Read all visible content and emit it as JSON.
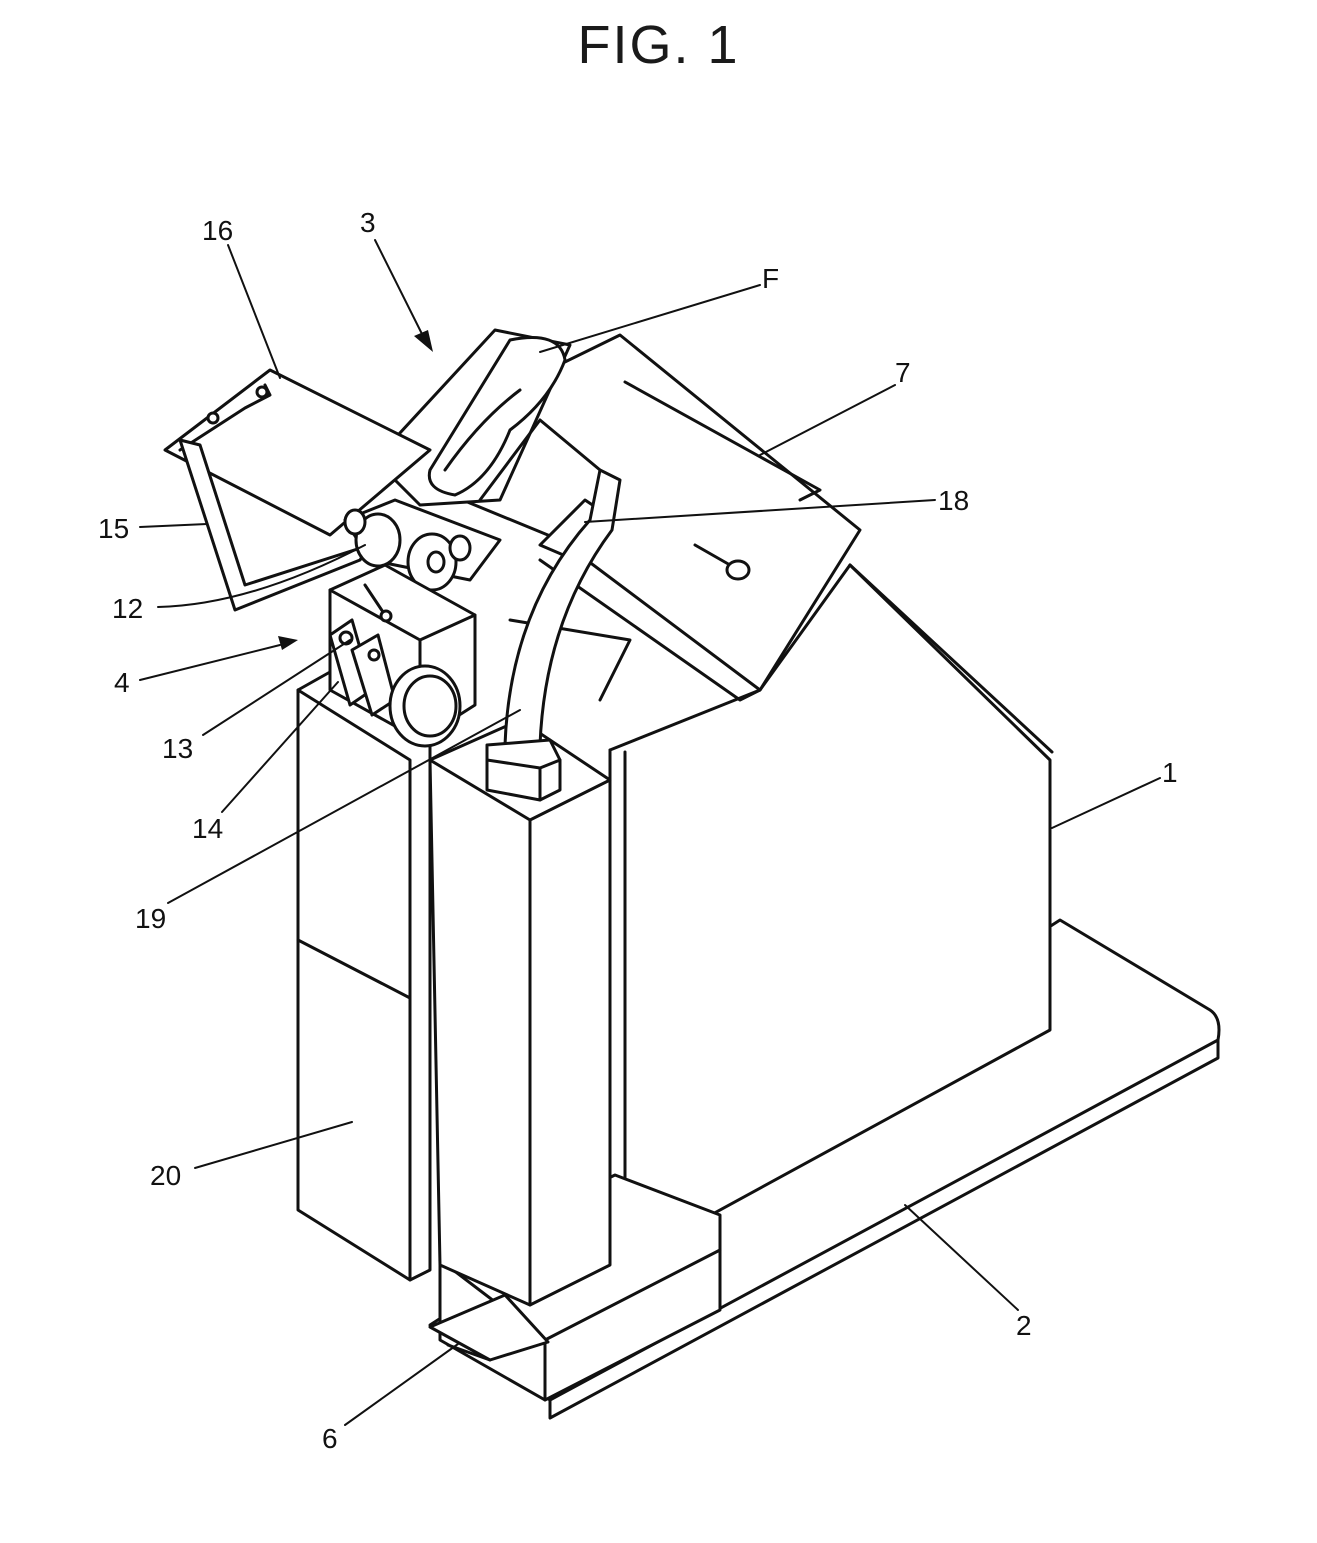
{
  "figure": {
    "title": "FIG. 1"
  },
  "labels": [
    {
      "id": "label-16",
      "text": "16"
    },
    {
      "id": "label-3",
      "text": "3"
    },
    {
      "id": "label-F",
      "text": "F"
    },
    {
      "id": "label-7",
      "text": "7"
    },
    {
      "id": "label-18",
      "text": "18"
    },
    {
      "id": "label-15",
      "text": "15"
    },
    {
      "id": "label-12",
      "text": "12"
    },
    {
      "id": "label-4",
      "text": "4"
    },
    {
      "id": "label-13",
      "text": "13"
    },
    {
      "id": "label-14",
      "text": "14"
    },
    {
      "id": "label-19",
      "text": "19"
    },
    {
      "id": "label-1",
      "text": "1"
    },
    {
      "id": "label-20",
      "text": "20"
    },
    {
      "id": "label-2",
      "text": "2"
    },
    {
      "id": "label-6",
      "text": "6"
    }
  ],
  "colors": {
    "line": "#111111",
    "background": "#ffffff"
  }
}
